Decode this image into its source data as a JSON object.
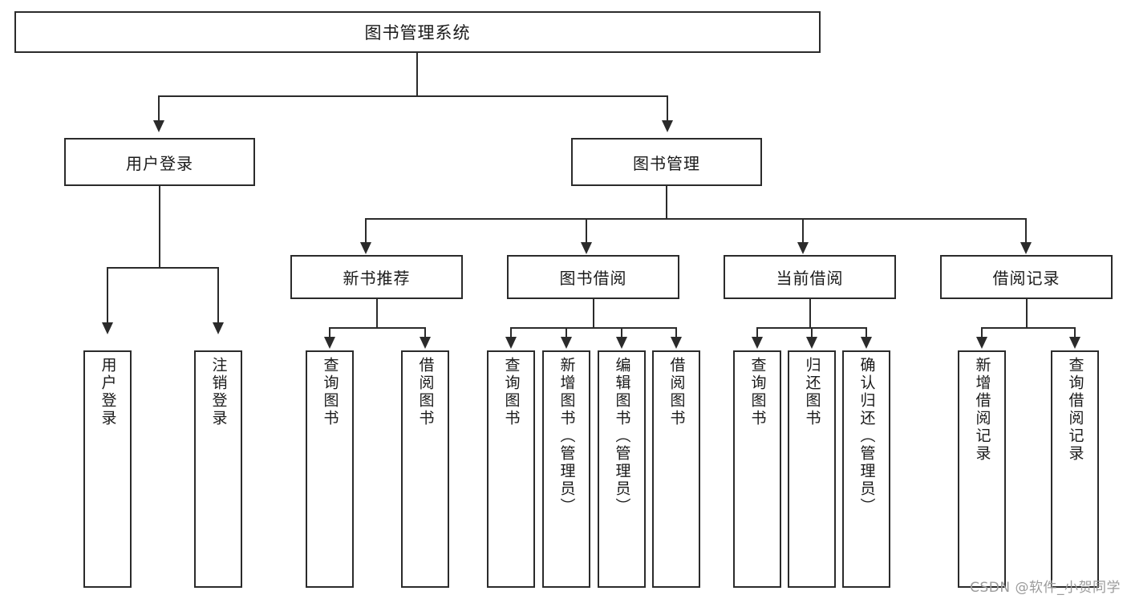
{
  "diagram": {
    "title": "图书管理系统",
    "type": "tree-hierarchy",
    "root": {
      "label": "图书管理系统"
    },
    "tier2": [
      {
        "label": "用户登录"
      },
      {
        "label": "图书管理"
      }
    ],
    "tier3": [
      {
        "label": "新书推荐"
      },
      {
        "label": "图书借阅"
      },
      {
        "label": "当前借阅"
      },
      {
        "label": "借阅记录"
      }
    ],
    "leaves": {
      "user_login": [
        {
          "label": "用户登录"
        },
        {
          "label": "注销登录"
        }
      ],
      "new_book_recommend": [
        {
          "label": "查询图书"
        },
        {
          "label": "借阅图书"
        }
      ],
      "book_borrow": [
        {
          "label": "查询图书"
        },
        {
          "label": "新增图书（管理员）"
        },
        {
          "label": "编辑图书（管理员）"
        },
        {
          "label": "借阅图书"
        }
      ],
      "current_borrow": [
        {
          "label": "查询图书"
        },
        {
          "label": "归还图书"
        },
        {
          "label": "确认归还（管理员）"
        }
      ],
      "borrow_record": [
        {
          "label": "新增借阅记录"
        },
        {
          "label": "查询借阅记录"
        }
      ]
    }
  },
  "watermark": {
    "text": "CSDN @软件_小贺同学"
  },
  "colors": {
    "stroke": "#2b2b2b",
    "background": "#ffffff",
    "text": "#1a1a1a",
    "watermark": "#9b9b9b"
  }
}
